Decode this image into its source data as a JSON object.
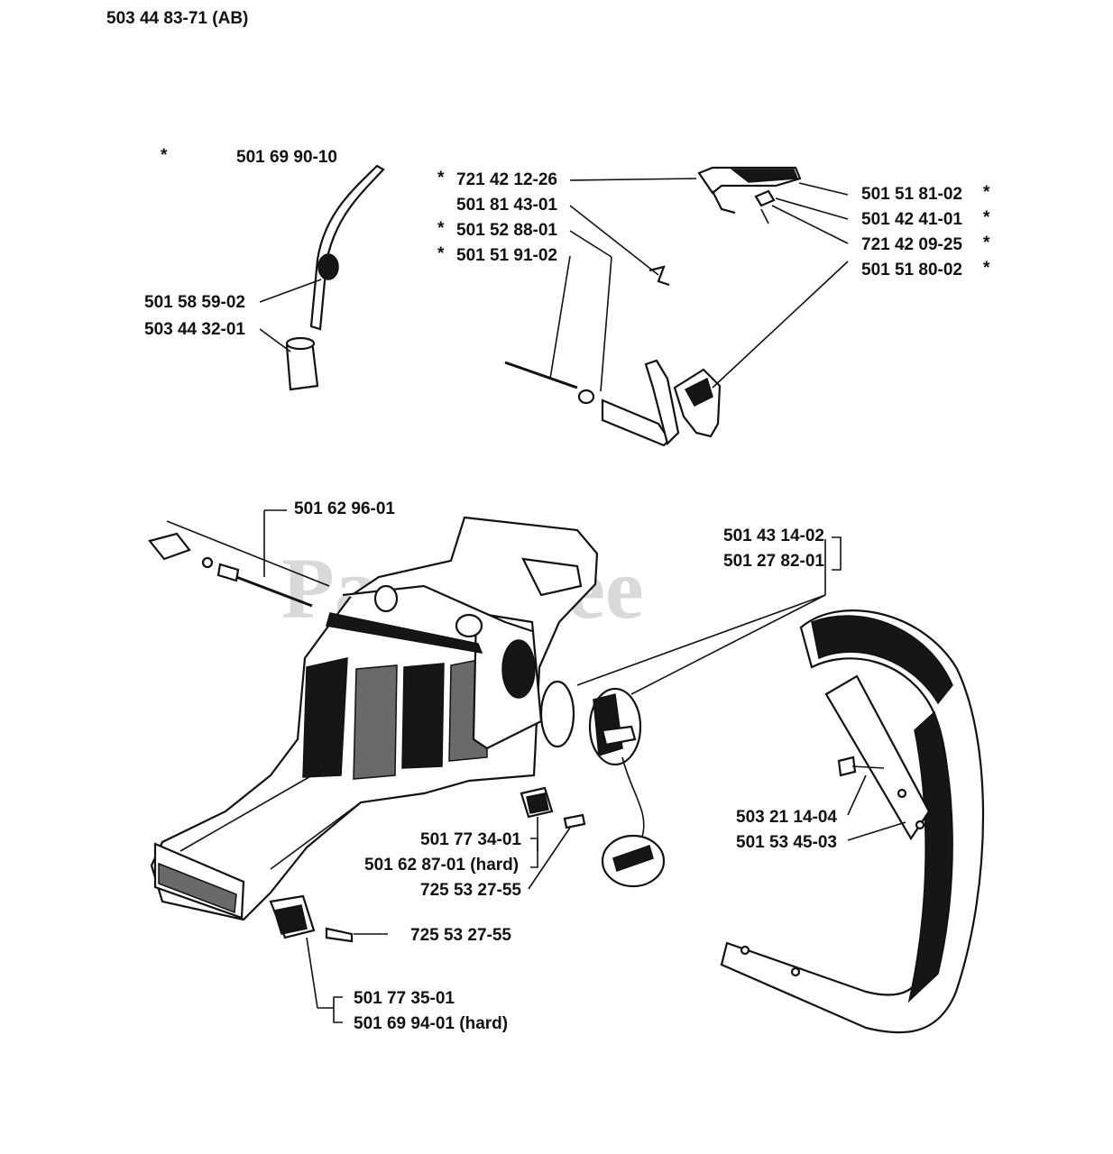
{
  "header": {
    "doc_number": "503 44 83-71 (AB)"
  },
  "watermark": "PartsTree",
  "labels": {
    "fuel_hose_star": "*",
    "fuel_hose": "501 69 90-10",
    "fuel_grommet": "501 58 59-02",
    "fuel_filter": "503 44 32-01",
    "throttle_1": "721 42 12-26",
    "throttle_1_star": "*",
    "throttle_2": "501 81 43-01",
    "throttle_3": "501 52 88-01",
    "throttle_3_star": "*",
    "throttle_4": "501 51 91-02",
    "throttle_4_star": "*",
    "trigger_1": "501 51 81-02",
    "trigger_1_star": "*",
    "trigger_2": "501 42 41-01",
    "trigger_2_star": "*",
    "trigger_3": "721 42 09-25",
    "trigger_3_star": "*",
    "trigger_4": "501 51 80-02",
    "trigger_4_star": "*",
    "breather": "501 62 96-01",
    "cap_seal": "501 43 14-02",
    "cap": "501 27 82-01",
    "av_top": "501 77 34-01",
    "av_top_hard": "501 62 87-01 (hard)",
    "screw_top": "725 53 27-55",
    "screw_bottom": "725 53 27-55",
    "av_bottom": "501 77 35-01",
    "av_bottom_hard": "501 69 94-01 (hard)",
    "handle_screw": "503 21 14-04",
    "handle_bracket": "501 53 45-03"
  }
}
